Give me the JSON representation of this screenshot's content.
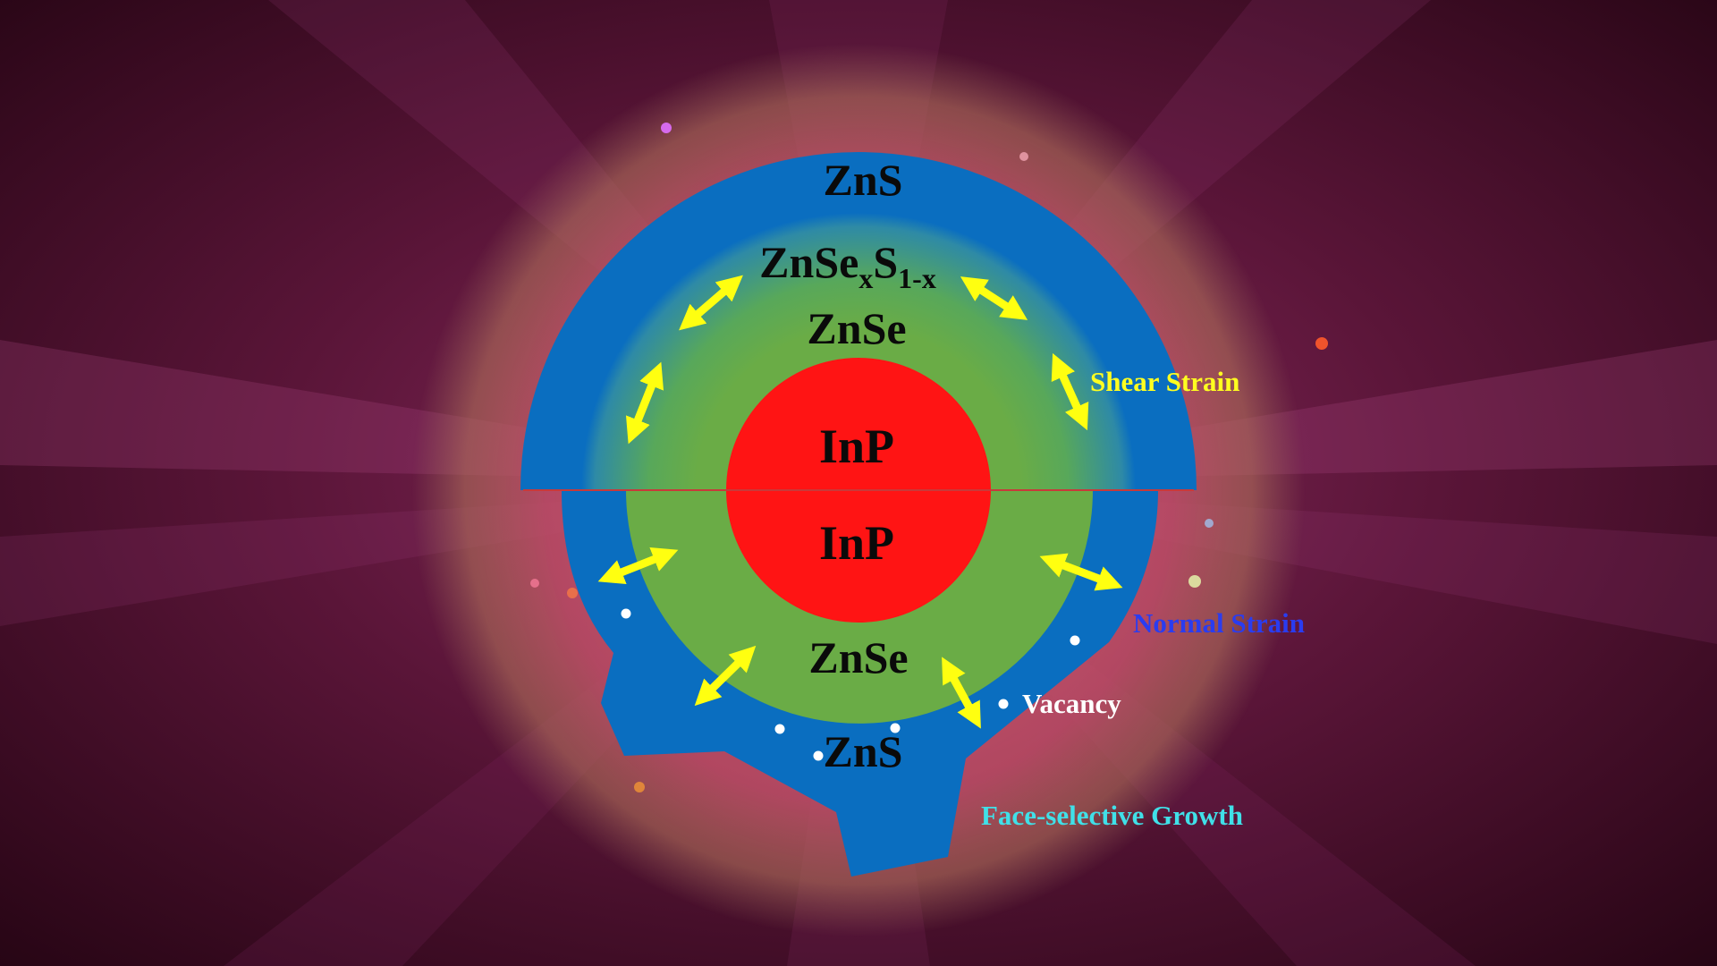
{
  "top_half": {
    "outer_shell": "ZnS",
    "middle_shell": {
      "base": "ZnSe",
      "sub_x": "x",
      "s": "S",
      "sub_1x": "1-x"
    },
    "inner_shell": "ZnSe",
    "core": "InP"
  },
  "bottom_half": {
    "core": "InP",
    "inner_shell": "ZnSe",
    "outer_shell": "ZnS"
  },
  "annotations": {
    "shear_strain": "Shear Strain",
    "normal_strain": "Normal Strain",
    "vacancy": "Vacancy",
    "face_selective_growth": "Face-selective Growth"
  },
  "colors": {
    "background": "#4a0f30",
    "halo": "#c45a78",
    "zns_blue": "#0a6ec0",
    "gradient_mid": "#3f9e8a",
    "znse_green": "#6aac46",
    "inp_red": "#ff1414",
    "arrow_yellow": "#ffff10",
    "shear_text": "#ffff20",
    "normal_text": "#2a3cf0",
    "vacancy_text": "#ffffff",
    "growth_text": "#40e0e8"
  }
}
